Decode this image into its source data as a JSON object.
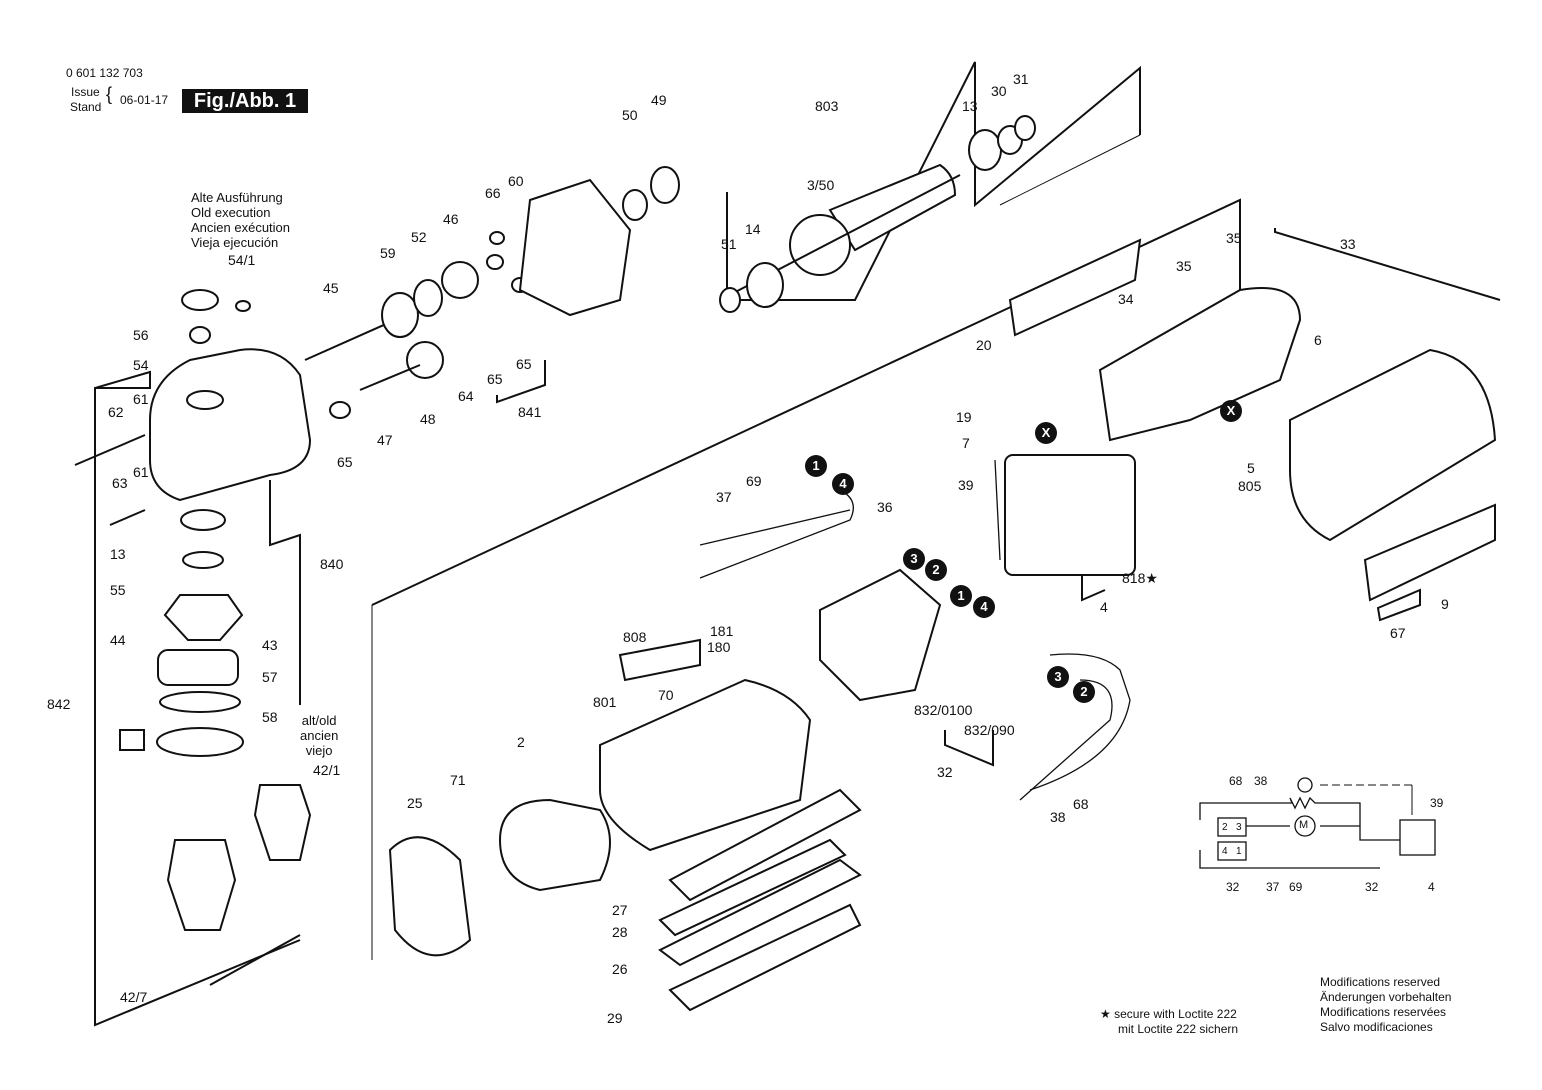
{
  "header": {
    "part_number": "0 601 132 703",
    "issue_label": "Issue",
    "stand_label": "Stand",
    "issue_date": "06-01-17",
    "figure": "Fig./Abb. 1"
  },
  "old_execution_note": [
    "Alte Ausführung",
    "Old execution",
    "Ancien exécution",
    "Vieja ejecución"
  ],
  "alt_old_note": [
    "alt/old",
    "ancien",
    "viejo"
  ],
  "loctite_note": [
    "★ secure with Loctite 222",
    "mit Loctite 222 sichern"
  ],
  "modifications_note": [
    "Modifications reserved",
    "Änderungen vorbehalten",
    "Modifications reservées",
    "Salvo modificaciones"
  ],
  "badges": [
    "1",
    "4",
    "3",
    "2",
    "1",
    "4",
    "3",
    "2",
    "X",
    "X"
  ],
  "part_labels": [
    "54/1",
    "56",
    "54",
    "62",
    "61",
    "63",
    "61",
    "45",
    "59",
    "52",
    "46",
    "66",
    "60",
    "50",
    "49",
    "803",
    "13",
    "30",
    "31",
    "3/50",
    "14",
    "51",
    "65",
    "65",
    "64",
    "841",
    "48",
    "47",
    "65",
    "13",
    "55",
    "44",
    "43",
    "840",
    "57",
    "58",
    "842",
    "42/1",
    "42/7",
    "35",
    "33",
    "35",
    "34",
    "20",
    "6",
    "19",
    "7",
    "39",
    "X",
    "5",
    "805",
    "818★",
    "4",
    "9",
    "67",
    "36",
    "37",
    "69",
    "808",
    "181",
    "180",
    "70",
    "801",
    "2",
    "71",
    "25",
    "832/0100",
    "832/090",
    "32",
    "27",
    "28",
    "26",
    "29",
    "68",
    "38",
    "68",
    "38",
    "39",
    "32",
    "37",
    "69",
    "32",
    "4"
  ],
  "schematic": {
    "motor": "M",
    "terminals": [
      "2",
      "3",
      "4",
      "1"
    ]
  }
}
